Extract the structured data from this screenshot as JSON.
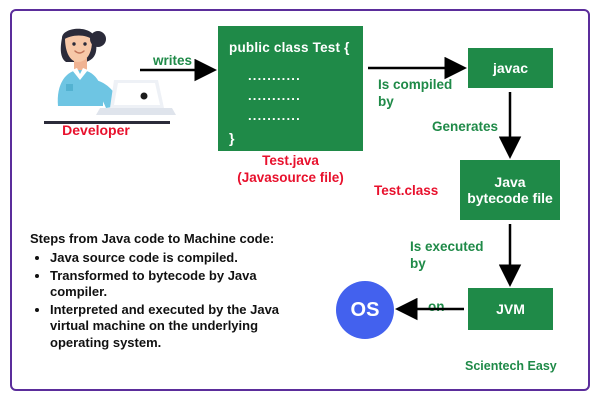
{
  "diagram": {
    "title_brand": "Scientech Easy",
    "developer": {
      "label": "Developer",
      "icon": "person-at-laptop-illustration"
    },
    "code_box": {
      "title": "public class Test {",
      "line1": "...........",
      "line2": "...........",
      "line3": "...........",
      "closing_brace": "}",
      "caption_line1": "Test.java",
      "caption_line2": "(Javasource file)"
    },
    "boxes": {
      "javac": "javac",
      "bytecode": "Java\nbytecode file",
      "bytecode_line1": "Java",
      "bytecode_line2": "bytecode file",
      "jvm": "JVM",
      "os": "OS"
    },
    "labels": {
      "writes": "writes",
      "is_compiled_by": "Is compiled\nby",
      "is_compiled_by_line1": "Is compiled",
      "is_compiled_by_line2": "by",
      "generates": "Generates",
      "test_class": "Test.class",
      "is_executed_by_line1": "Is executed",
      "is_executed_by_line2": "by",
      "on": "on"
    },
    "steps": {
      "title": "Steps from Java code to Machine code:",
      "items": [
        "Java source code is compiled.",
        "Transformed to bytecode by Java compiler.",
        "Interpreted and executed by the Java virtual machine on the underlying operating system."
      ]
    },
    "colors": {
      "frame_border": "#5b2d9b",
      "green": "#1f8a48",
      "red": "#e8112d",
      "blue": "#4361ee",
      "white": "#ffffff"
    }
  }
}
